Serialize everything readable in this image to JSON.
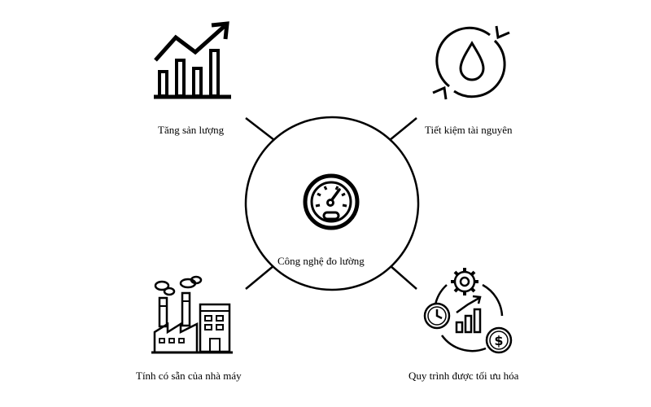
{
  "center": {
    "label": "Công nghệ đo lường",
    "icon": "gauge-icon"
  },
  "nodes": [
    {
      "id": "top-left",
      "label": "Tăng sản lượng",
      "icon": "growth-chart-icon"
    },
    {
      "id": "top-right",
      "label": "Tiết kiệm tài nguyên",
      "icon": "water-drop-cycle-icon"
    },
    {
      "id": "bottom-left",
      "label": "Tính có sẵn của nhà máy",
      "icon": "factory-icon"
    },
    {
      "id": "bottom-right",
      "label": "Quy trình được tối ưu hóa",
      "icon": "process-optimization-icon"
    }
  ]
}
